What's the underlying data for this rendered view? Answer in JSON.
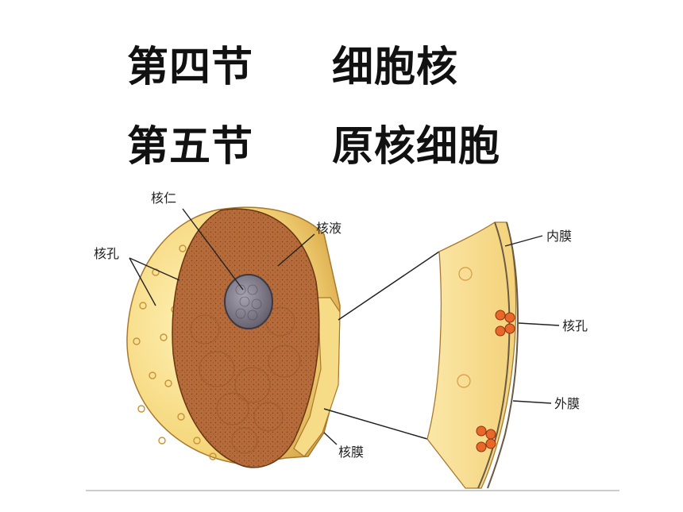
{
  "headings": [
    {
      "section": "第四节",
      "title": "细胞核"
    },
    {
      "section": "第五节",
      "title": "原核细胞"
    }
  ],
  "figure": {
    "labels": {
      "nucleolus": "核仁",
      "nucleoplasm": "核液",
      "nuclear_pore_left": "核孔",
      "nuclear_envelope": "核膜",
      "inner_membrane": "内膜",
      "nuclear_pore_right": "核孔",
      "outer_membrane": "外膜"
    }
  }
}
